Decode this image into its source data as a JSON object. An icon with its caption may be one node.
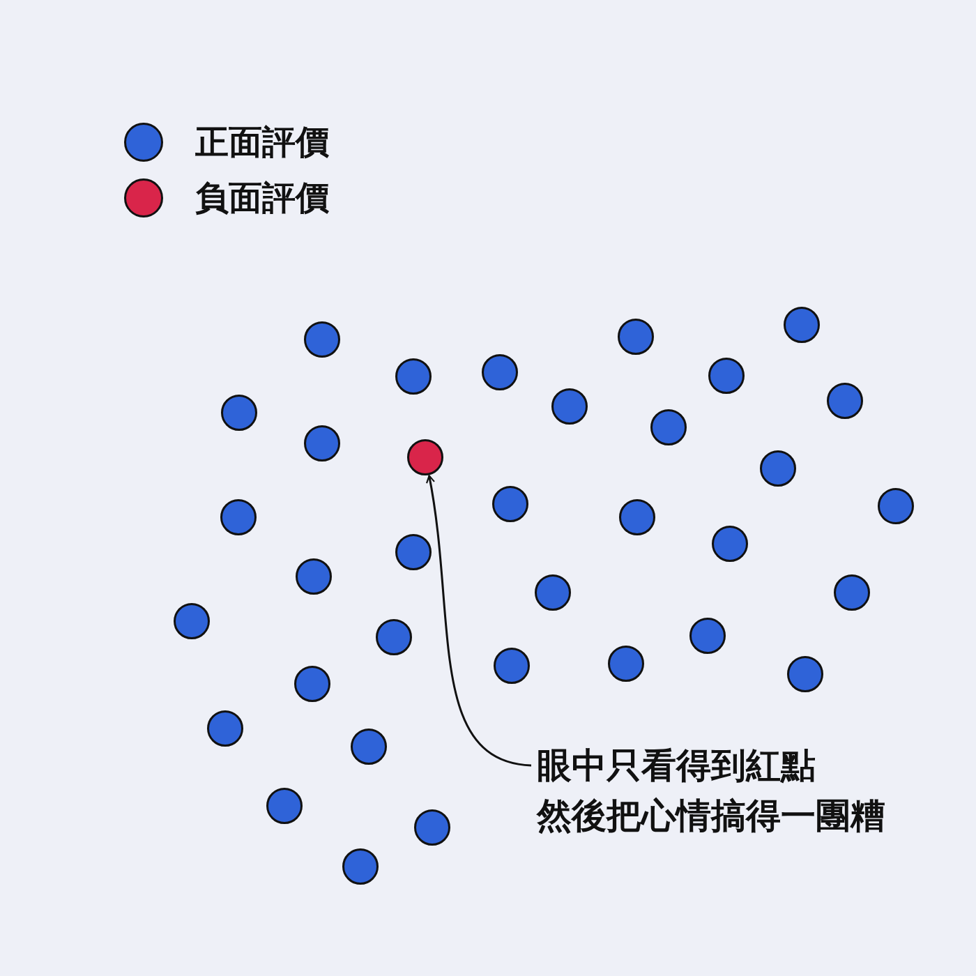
{
  "diagram": {
    "nodes": [
      {
        "text": [],
        "shape": "circle"
      },
      {
        "text": [],
        "shape": "circle"
      },
      {
        "text": [],
        "shape": "circle"
      },
      {
        "text": [],
        "shape": "circle"
      },
      {
        "text": [],
        "shape": "circle"
      },
      {
        "text": [],
        "shape": "circle"
      },
      {
        "text": [],
        "shape": "circle"
      },
      {
        "text": [],
        "shape": "circle"
      },
      {
        "text": [],
        "shape": "circle"
      },
      {
        "text": [],
        "shape": "circle"
      },
      {
        "text": [],
        "shape": "circle"
      },
      {
        "text": [],
        "shape": "circle"
      },
      {
        "text": [],
        "shape": "circle"
      },
      {
        "text": [],
        "shape": "circle"
      },
      {
        "text": [],
        "shape": "circle"
      },
      {
        "text": [],
        "shape": "circle"
      },
      {
        "text": [],
        "shape": "circle"
      },
      {
        "text": [],
        "shape": "circle"
      },
      {
        "text": [],
        "shape": "circle"
      },
      {
        "text": [],
        "shape": "circle"
      },
      {
        "text": [],
        "shape": "circle"
      },
      {
        "text": [],
        "shape": "circle"
      },
      {
        "text": [],
        "shape": "circle"
      },
      {
        "text": [],
        "shape": "circle"
      },
      {
        "text": [],
        "shape": "circle"
      },
      {
        "text": [],
        "shape": "circle"
      },
      {
        "text": [],
        "shape": "circle"
      },
      {
        "text": [],
        "shape": "circle"
      },
      {
        "text": [],
        "shape": "circle"
      },
      {
        "text": [],
        "shape": "circle"
      },
      {
        "text": [],
        "shape": "circle"
      },
      {
        "text": [],
        "shape": "circle"
      },
      {
        "text": [],
        "shape": "circle"
      },
      {
        "text": [],
        "shape": "circle"
      },
      {
        "text": [
          "眼中只看得到紅點",
          "然後把心情搞得一團糟"
        ]
      }
    ],
    "edges": [
      {
        "from": 34,
        "to": 11,
        "arrow": "to"
      }
    ],
    "legend": [
      {
        "text": "正面評價",
        "color": "#2f63d8"
      },
      {
        "text": "負面評價",
        "color": "#d9254a"
      }
    ]
  }
}
